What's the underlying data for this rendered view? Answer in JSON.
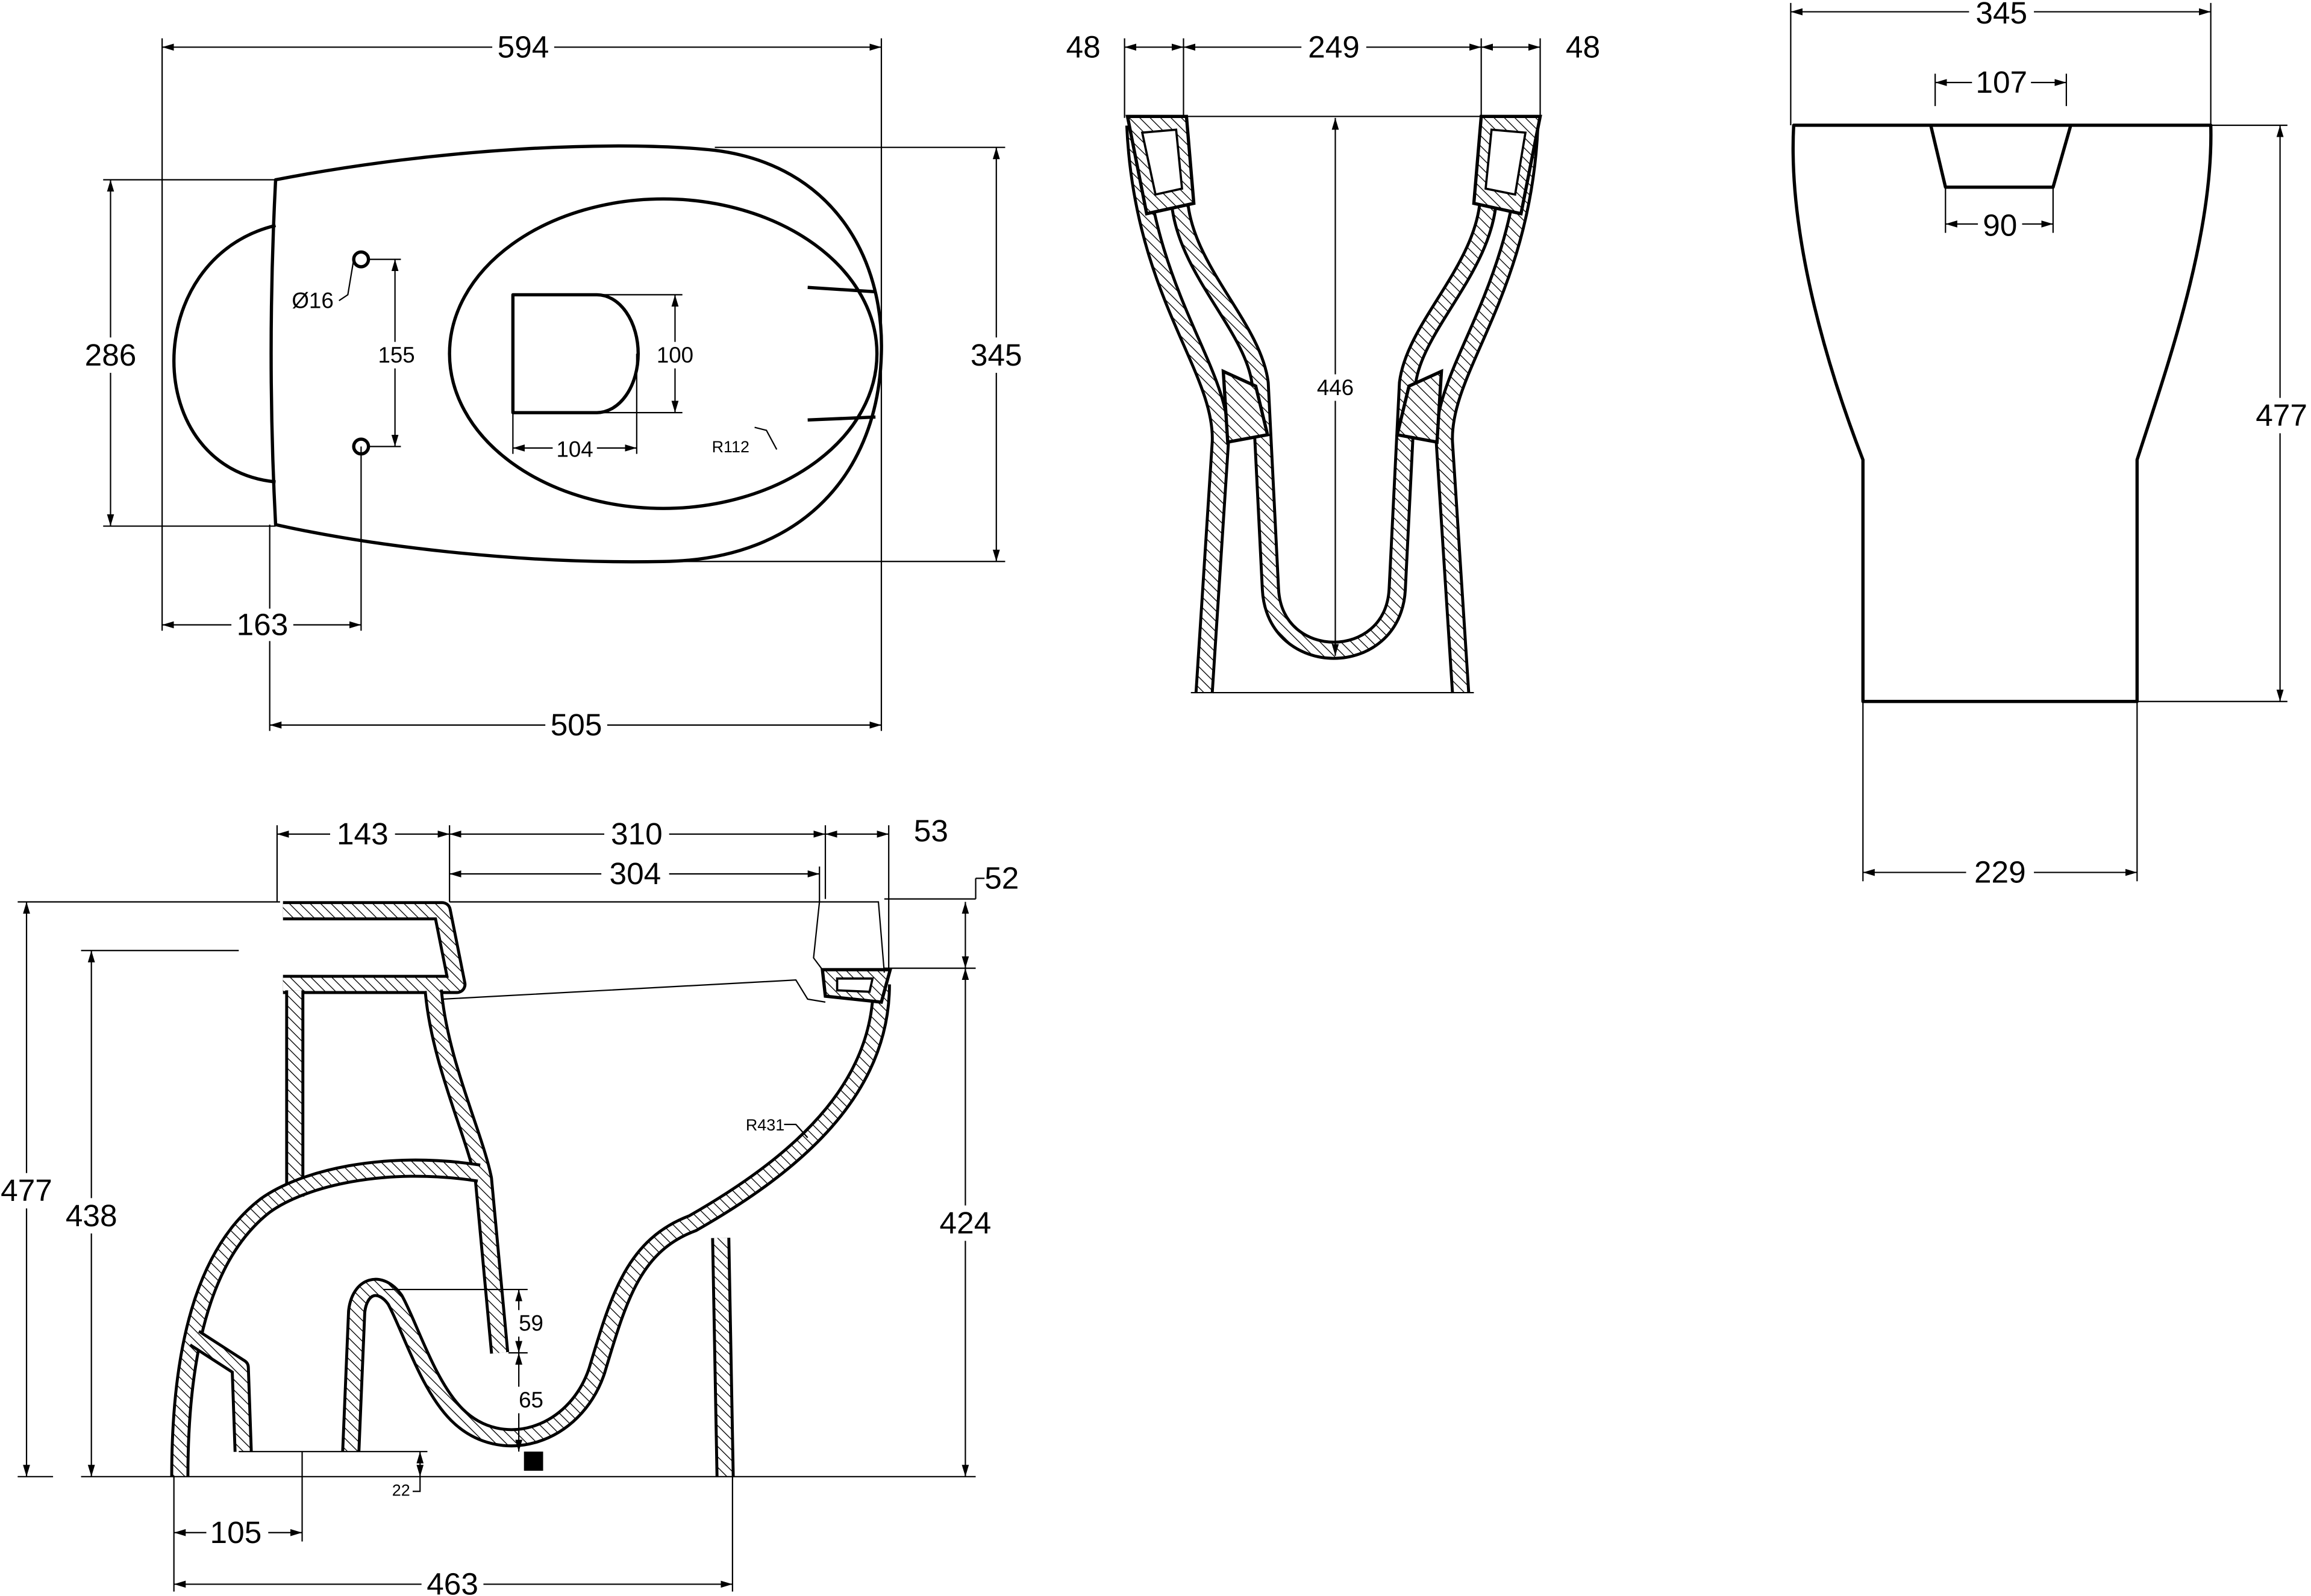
{
  "top_view": {
    "overall_length": "594",
    "depth_to_pan": "286",
    "overall_width": "345",
    "hole_offset": "163",
    "pan_length": "505",
    "hole_spacing": "155",
    "hole_diameter": "Ø16",
    "outlet_width": "100",
    "outlet_length": "104",
    "bowl_radius": "R112"
  },
  "front_section": {
    "rim_left": "48",
    "bowl_width": "249",
    "rim_right": "48",
    "bowl_depth": "446"
  },
  "side_view": {
    "top_width": "345",
    "slot_top": "107",
    "slot_bottom": "90",
    "height": "477",
    "base_width": "229"
  },
  "side_section": {
    "tank_depth": "143",
    "top_length": "310",
    "rim_overhang": "53",
    "bowl_opening": "304",
    "rim_drop": "52",
    "total_height": "477",
    "tank_height": "438",
    "rim_height": "424",
    "trap_seal": "59",
    "trap_gap": "65",
    "outlet_height": "22",
    "outlet_center": "105",
    "base_length": "463",
    "bowl_radius": "R431"
  }
}
